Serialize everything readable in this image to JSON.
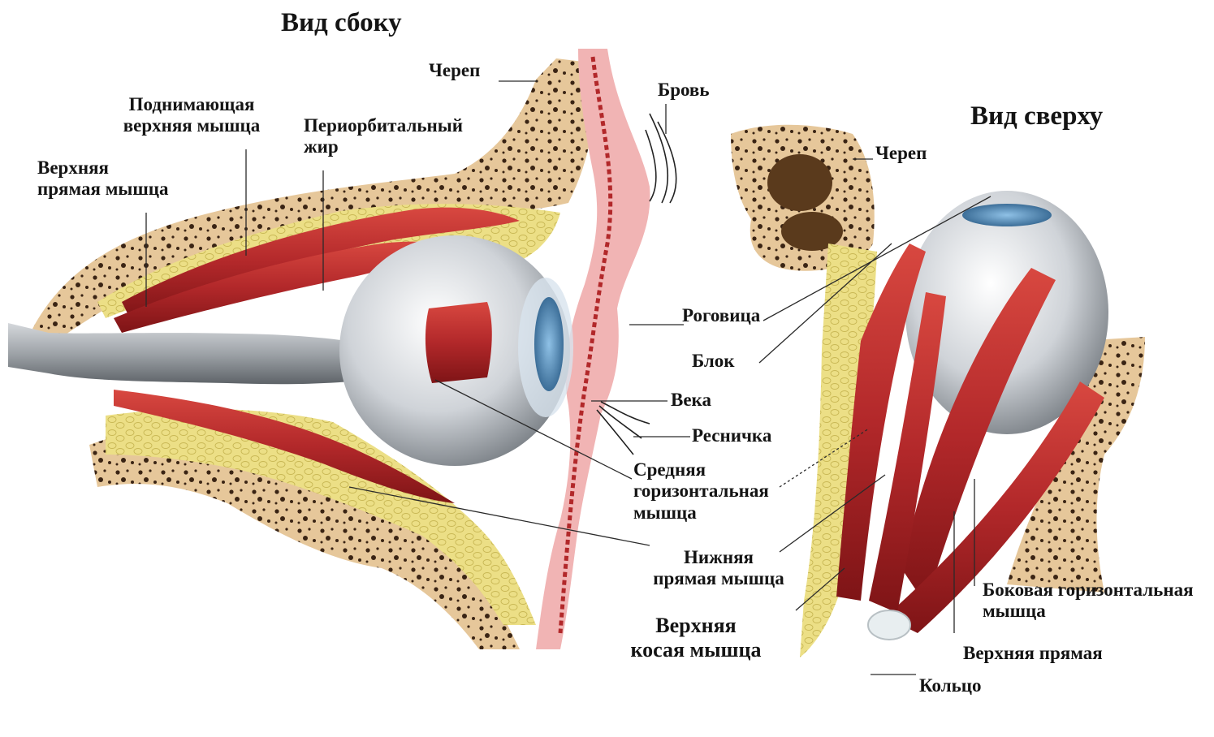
{
  "side_view": {
    "title": "Вид сбоку",
    "labels": {
      "skull": "Череп",
      "eyebrow": "Бровь",
      "levator_line1": "Поднимающая",
      "levator_line2": "верхняя мышца",
      "fat_line1": "Периорбитальный",
      "fat_line2": "жир",
      "superior_rectus_line1": "Верхняя",
      "superior_rectus_line2": "прямая мышца",
      "cornea": "Роговица",
      "trochlea": "Блок",
      "eyelids": "Века",
      "eyelash": "Ресничка",
      "medial_line1": "Средняя",
      "medial_line2": "горизонтальная",
      "medial_line3": "мышца",
      "inferior_line1": "Нижняя",
      "inferior_line2": "прямая мышца",
      "oblique_line1": "Верхняя",
      "oblique_line2": "косая мышца"
    }
  },
  "top_view": {
    "title": "Вид сверху",
    "labels": {
      "skull": "Череп",
      "lateral_line1": "Боковая горизонтальная",
      "lateral_line2": "мышца",
      "superior_rectus": "Верхняя прямая",
      "ring": "Кольцо"
    }
  },
  "colors": {
    "bone": "#e6c79a",
    "bone_pore": "#3a2414",
    "fat": "#ecdf86",
    "muscle": "#b2282a",
    "muscle_dark": "#7e1416",
    "sclera": "#d9dcdf",
    "iris": "#4f8fc0",
    "skin": "#f1b4b4",
    "label_text": "#141414",
    "leader_line": "#2a2a2a"
  }
}
